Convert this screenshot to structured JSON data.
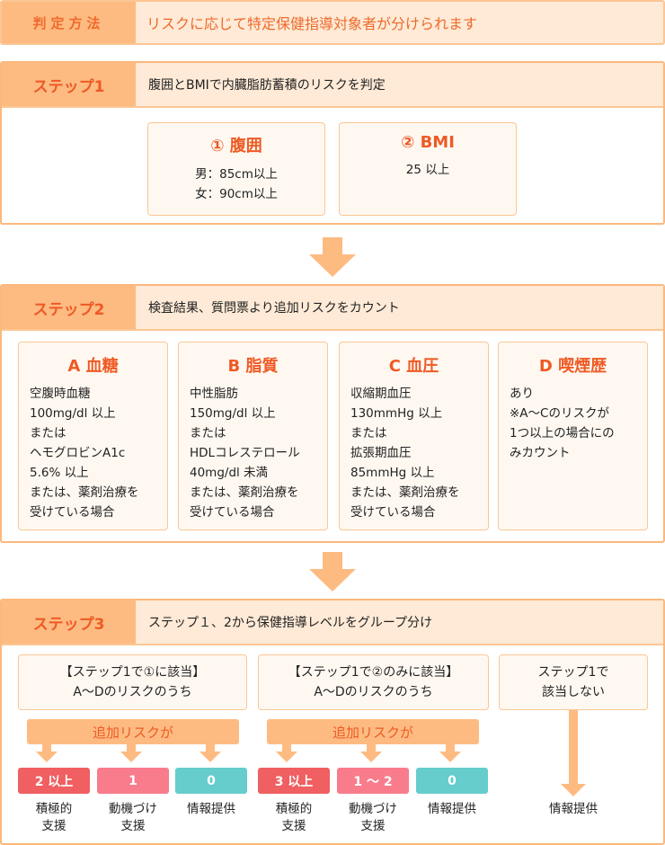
{
  "banner": {
    "label": "判定方法",
    "text": "リスクに応じて特定保健指導対象者が分けられます"
  },
  "colors": {
    "accent": "#ee5a24",
    "header_fill": "#fdbb82",
    "header_bg": "#feead6",
    "card_bg": "#fff8f1",
    "border": "#fcc694",
    "arrow": "#fdbb82",
    "badge_high": "#f05f61",
    "badge_mid": "#f87c8c",
    "badge_info": "#66cccc"
  },
  "step1": {
    "label": "ステップ1",
    "text": "腹囲とBMIで内臓脂肪蓄積のリスクを判定",
    "cards": [
      {
        "title": "① 腹囲",
        "lines": [
          "男：85cm以上",
          "女：90cm以上"
        ]
      },
      {
        "title": "② BMI",
        "lines": [
          "25 以上"
        ]
      }
    ]
  },
  "step2": {
    "label": "ステップ2",
    "text": "検査結果、質問票より追加リスクをカウント",
    "cards": [
      {
        "title": "A  血糖",
        "lines": [
          "空腹時血糖",
          "100mg/dl 以上",
          "または",
          "ヘモグロビンA1c",
          "5.6% 以上",
          "または、薬剤治療を",
          "受けている場合"
        ]
      },
      {
        "title": "B  脂質",
        "lines": [
          "中性脂肪",
          "150mg/dl 以上",
          "または",
          "HDLコレステロール",
          "40mg/dl 未満",
          "または、薬剤治療を",
          "受けている場合"
        ]
      },
      {
        "title": "C  血圧",
        "lines": [
          "収縮期血圧",
          "130mmHg 以上",
          "または",
          "拡張期血圧",
          "85mmHg 以上",
          "または、薬剤治療を",
          "受けている場合"
        ]
      },
      {
        "title": "D  喫煙歴",
        "lines": [
          "あり",
          "※A～Cのリスクが",
          "1つ以上の場合にの",
          "みカウント"
        ]
      }
    ]
  },
  "step3": {
    "label": "ステップ3",
    "text": "ステップ１、2から保健指導レベルをグループ分け",
    "groups": [
      {
        "condition": [
          "【ステップ1で①に該当】",
          "A～Dのリスクのうち"
        ],
        "bar": "追加リスクが",
        "outcomes": [
          {
            "count": "2 以上",
            "level": [
              "積極的",
              "支援"
            ]
          },
          {
            "count": "1",
            "level": [
              "動機づけ",
              "支援"
            ]
          },
          {
            "count": "0",
            "level": [
              "情報提供"
            ]
          }
        ]
      },
      {
        "condition": [
          "【ステップ1で②のみに該当】",
          "A～Dのリスクのうち"
        ],
        "bar": "追加リスクが",
        "outcomes": [
          {
            "count": "3 以上",
            "level": [
              "積極的",
              "支援"
            ]
          },
          {
            "count": "1 ～ 2",
            "level": [
              "動機づけ",
              "支援"
            ]
          },
          {
            "count": "0",
            "level": [
              "情報提供"
            ]
          }
        ]
      },
      {
        "condition": [
          "ステップ1で",
          "該当しない"
        ],
        "outcome": "情報提供"
      }
    ]
  }
}
